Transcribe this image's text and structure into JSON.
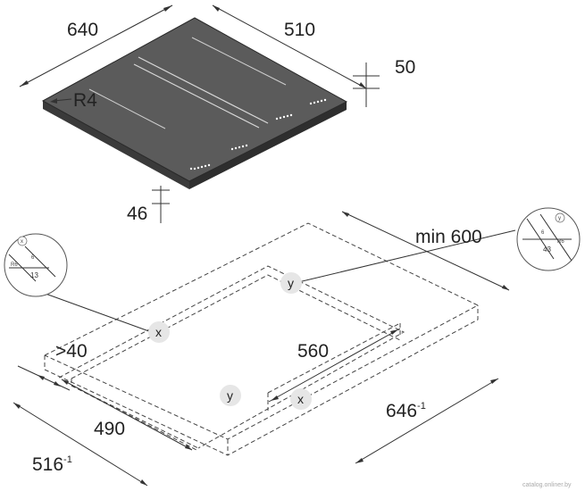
{
  "cooktop": {
    "width": "640",
    "depth": "510",
    "thickness": "50",
    "radius": "R4",
    "height_below": "46"
  },
  "cutout": {
    "depth_min": "min 600",
    "front_clearance": ">40",
    "inner_depth": "560",
    "inner_width": "490",
    "outer_depth_base": "646",
    "outer_depth_tol": "-1",
    "outer_width_base": "516",
    "outer_width_tol": "-1"
  },
  "markers": {
    "x": "x",
    "y": "y"
  },
  "detail_x": {
    "label": "x",
    "dim_a": "6",
    "dim_b": "13",
    "radius": "R6"
  },
  "detail_y": {
    "label": "y",
    "dim_a": "6",
    "dim_b": "43",
    "radius": "R6"
  },
  "watermark": "catalog.onliner.by",
  "colors": {
    "glass": "#5b5b5b",
    "marker_fill": "#e6e6e6",
    "line": "#333333"
  }
}
